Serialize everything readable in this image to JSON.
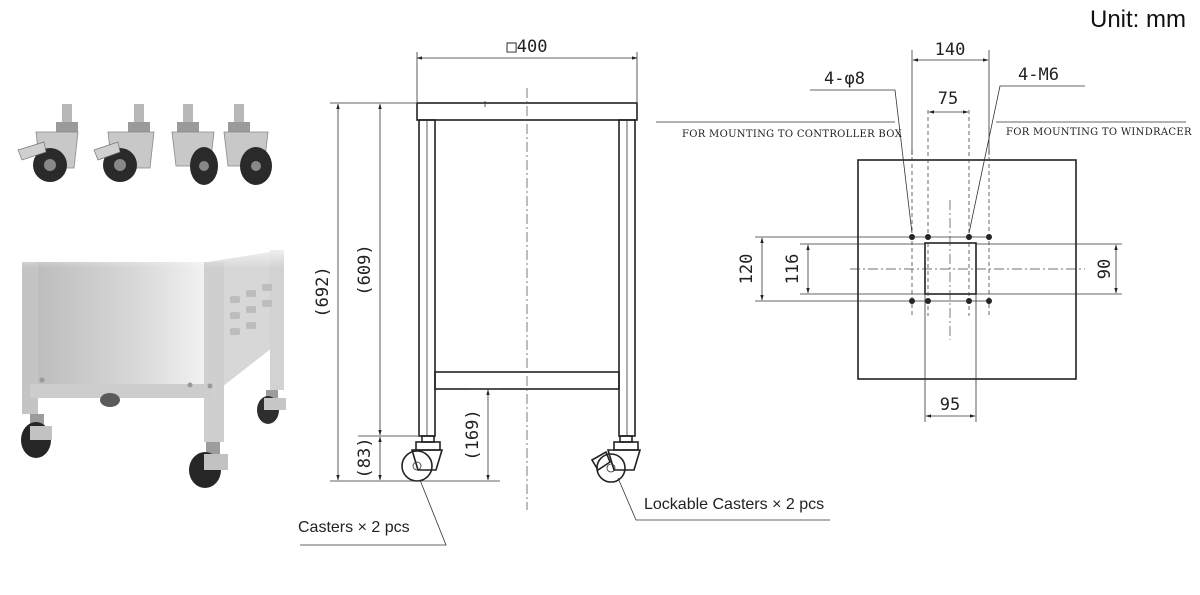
{
  "unit_label": "Unit: mm",
  "dimensions": {
    "width_top": "□400",
    "height_total": "(692)",
    "height_frame": "(609)",
    "height_caster": "(83)",
    "height_shelf": "(169)",
    "mount_outer_width": "140",
    "mount_inner_width": "75",
    "mount_outer_height": "120",
    "mount_inner_height": "116",
    "mount_right_height": "90",
    "mount_bottom_width": "95"
  },
  "labels": {
    "hole_8": "4-φ8",
    "hole_m6": "4-M6",
    "controller_mount": "FOR MOUNTING TO CONTROLLER BOX",
    "windracer_mount": "FOR MOUNTING TO WINDRACER",
    "casters": "Casters × 2 pcs",
    "lockable_casters": "Lockable Casters × 2 pcs"
  }
}
